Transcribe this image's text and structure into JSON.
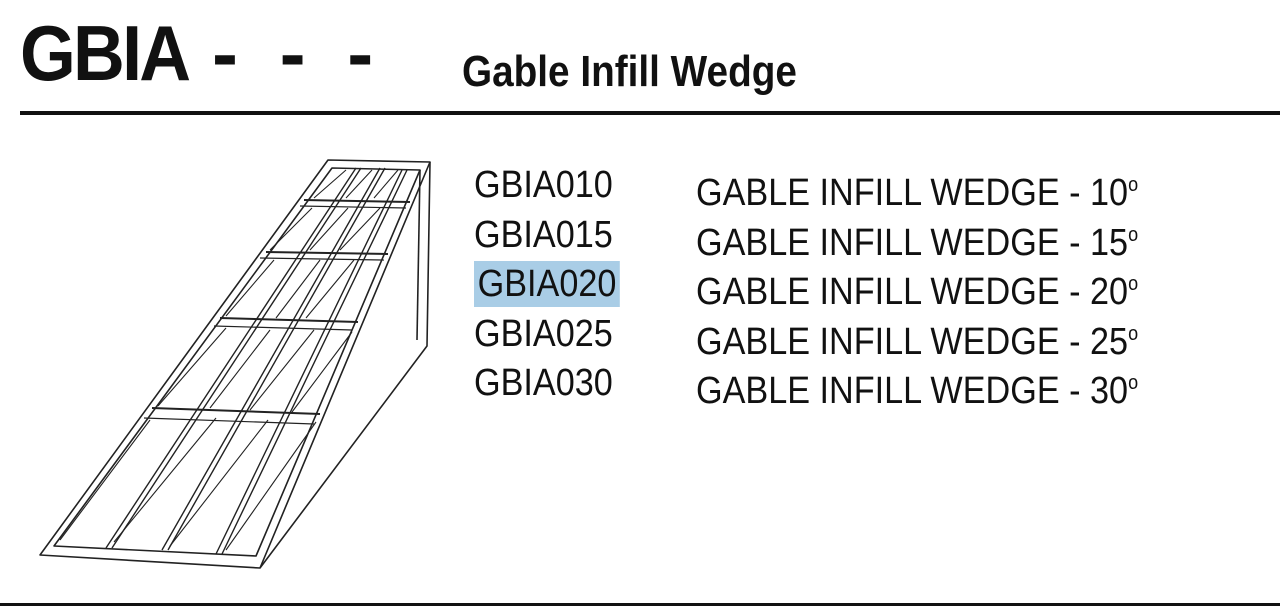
{
  "header": {
    "code": "GBIA",
    "dashes": "- - -",
    "title": "Gable Infill Wedge"
  },
  "products": [
    {
      "code": "GBIA010",
      "description": "GABLE INFILL WEDGE - 10",
      "degree_symbol": "o",
      "selected": false
    },
    {
      "code": "GBIA015",
      "description": "GABLE INFILL WEDGE - 15",
      "degree_symbol": "o",
      "selected": false
    },
    {
      "code": "GBIA020",
      "description": "GABLE INFILL WEDGE - 20",
      "degree_symbol": "o",
      "selected": true
    },
    {
      "code": "GBIA025",
      "description": "GABLE INFILL WEDGE - 25",
      "degree_symbol": "o",
      "selected": false
    },
    {
      "code": "GBIA030",
      "description": "GABLE INFILL WEDGE - 30",
      "degree_symbol": "o",
      "selected": false
    }
  ],
  "colors": {
    "text": "#111111",
    "selection": "#a9cde6",
    "background": "#ffffff"
  },
  "illustration": {
    "icon": "gable-infill-wedge-line-drawing"
  }
}
